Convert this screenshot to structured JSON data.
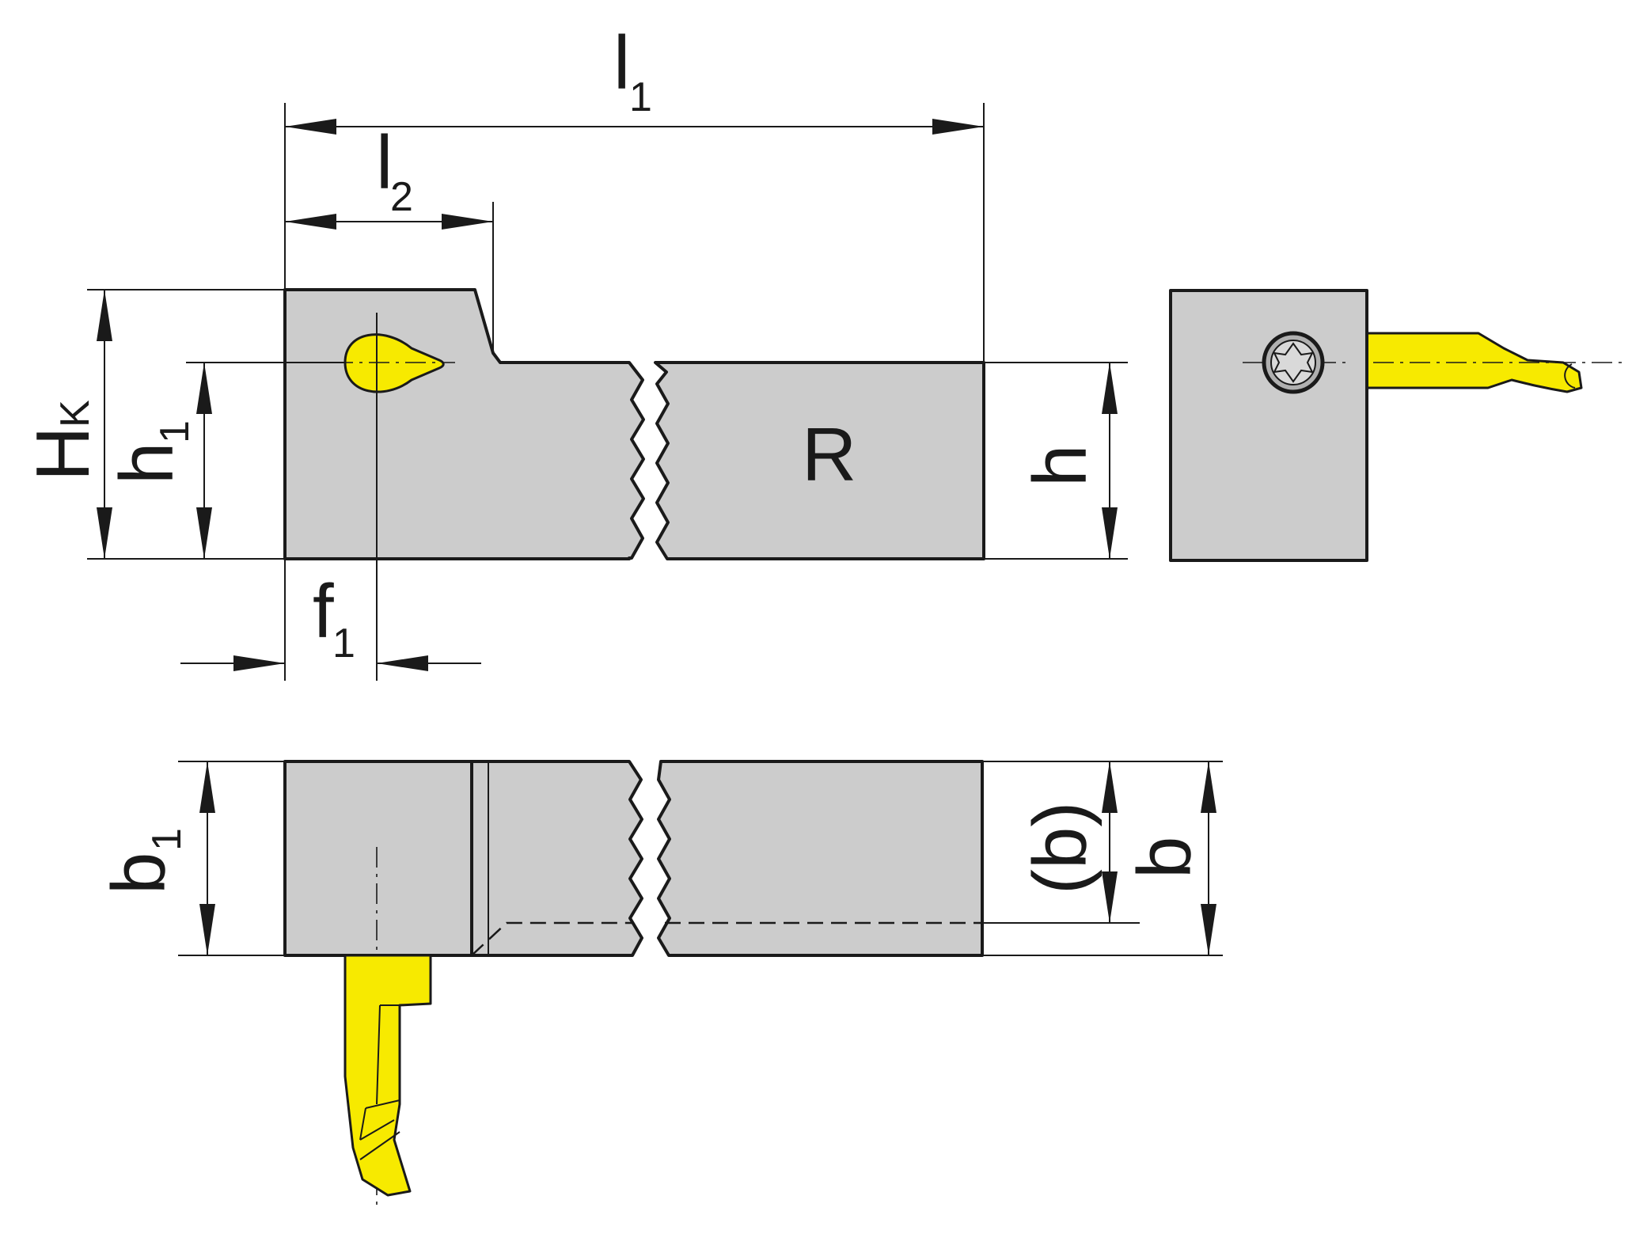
{
  "labels": {
    "l1_main": "l",
    "l1_sub": "1",
    "l2_main": "l",
    "l2_sub": "2",
    "hk_main": "H",
    "hk_sub": "K",
    "h1_main": "h",
    "h1_sub": "1",
    "f1_main": "f",
    "f1_sub": "1",
    "hand": "R",
    "h": "h",
    "b1_main": "b",
    "b1_sub": "1",
    "b_paren": "(b)",
    "b": "b"
  },
  "colors": {
    "steel": "#cccccc",
    "insert": "#f7ea00",
    "line": "#1a1a1a"
  }
}
